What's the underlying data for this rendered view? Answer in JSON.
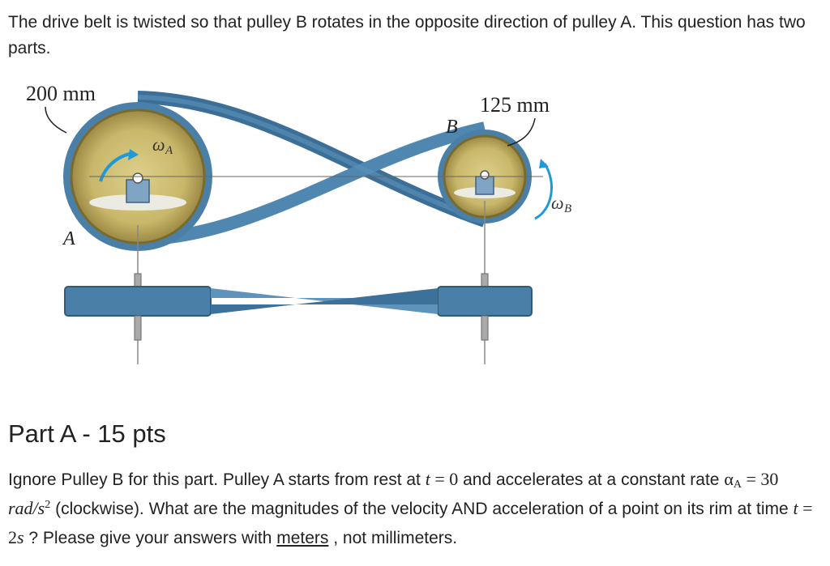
{
  "intro": {
    "text": "The drive belt is twisted so that pulley B rotates in the opposite direction of pulley A. This question has two parts."
  },
  "figure": {
    "dim_a": "200 mm",
    "dim_b": "125 mm",
    "label_a": "A",
    "label_b": "B",
    "omega_a": {
      "symbol": "ω",
      "sub": "A"
    },
    "omega_b": {
      "symbol": "ω",
      "sub": "B"
    },
    "colors": {
      "belt": "#4a7fa7",
      "belt_dark": "#2f5a7a",
      "pulley": "#d2c07a",
      "pulley_rim": "#8c7d3c",
      "arrow": "#1f9ad6"
    }
  },
  "part_a": {
    "title": "Part A - 15 pts",
    "q_text_1": "Ignore Pulley B for this part. Pulley A starts from rest at ",
    "t_var": "t",
    "t_eq": " = 0",
    "q_text_2": " and accelerates at a constant rate ",
    "alpha_sym": "α",
    "alpha_sub": "A",
    "alpha_eq": " = 30 ",
    "alpha_unit": "rad/s",
    "alpha_exp": "2",
    "q_text_3": " (clockwise). What are the magnitudes of the velocity AND acceleration of a point on its rim at time ",
    "t2_var": "t",
    "t2_eq": " = 2",
    "t2_unit": "s",
    "q_text_4": "? Please give your answers with ",
    "meters": "meters",
    "q_text_5": ", not millimeters."
  }
}
